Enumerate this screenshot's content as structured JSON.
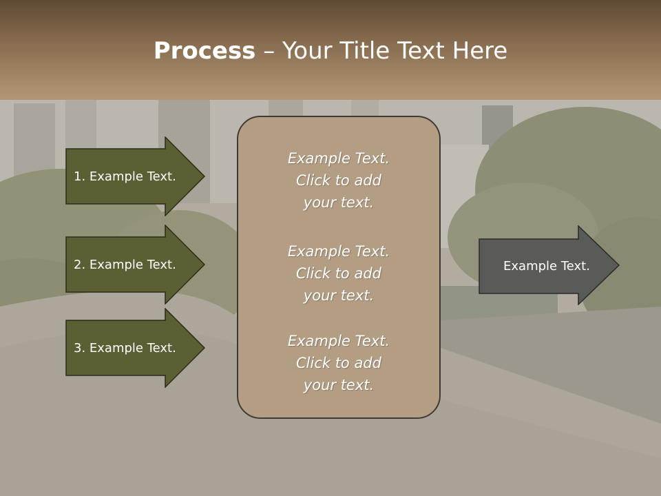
{
  "header": {
    "title_bold": "Process",
    "title_rest": " – Your Title Text Here"
  },
  "steps": [
    {
      "label": "1. Example Text."
    },
    {
      "label": "2. Example Text."
    },
    {
      "label": "3. Example Text."
    }
  ],
  "panel": {
    "blocks": [
      {
        "line1": "Example Text.",
        "line2": "Click  to add",
        "line3": "your text."
      },
      {
        "line1": "Example Text.",
        "line2": "Click  to add",
        "line3": "your text."
      },
      {
        "line1": "Example Text.",
        "line2": "Click  to add",
        "line3": "your text."
      }
    ]
  },
  "result": {
    "label": "Example Text."
  },
  "colors": {
    "header_top": "#5e4a34",
    "header_bottom": "#b29777",
    "step_arrow_fill": "#5c5e34",
    "panel_fill": "#b49e83",
    "result_arrow_fill": "#5a5a58"
  }
}
